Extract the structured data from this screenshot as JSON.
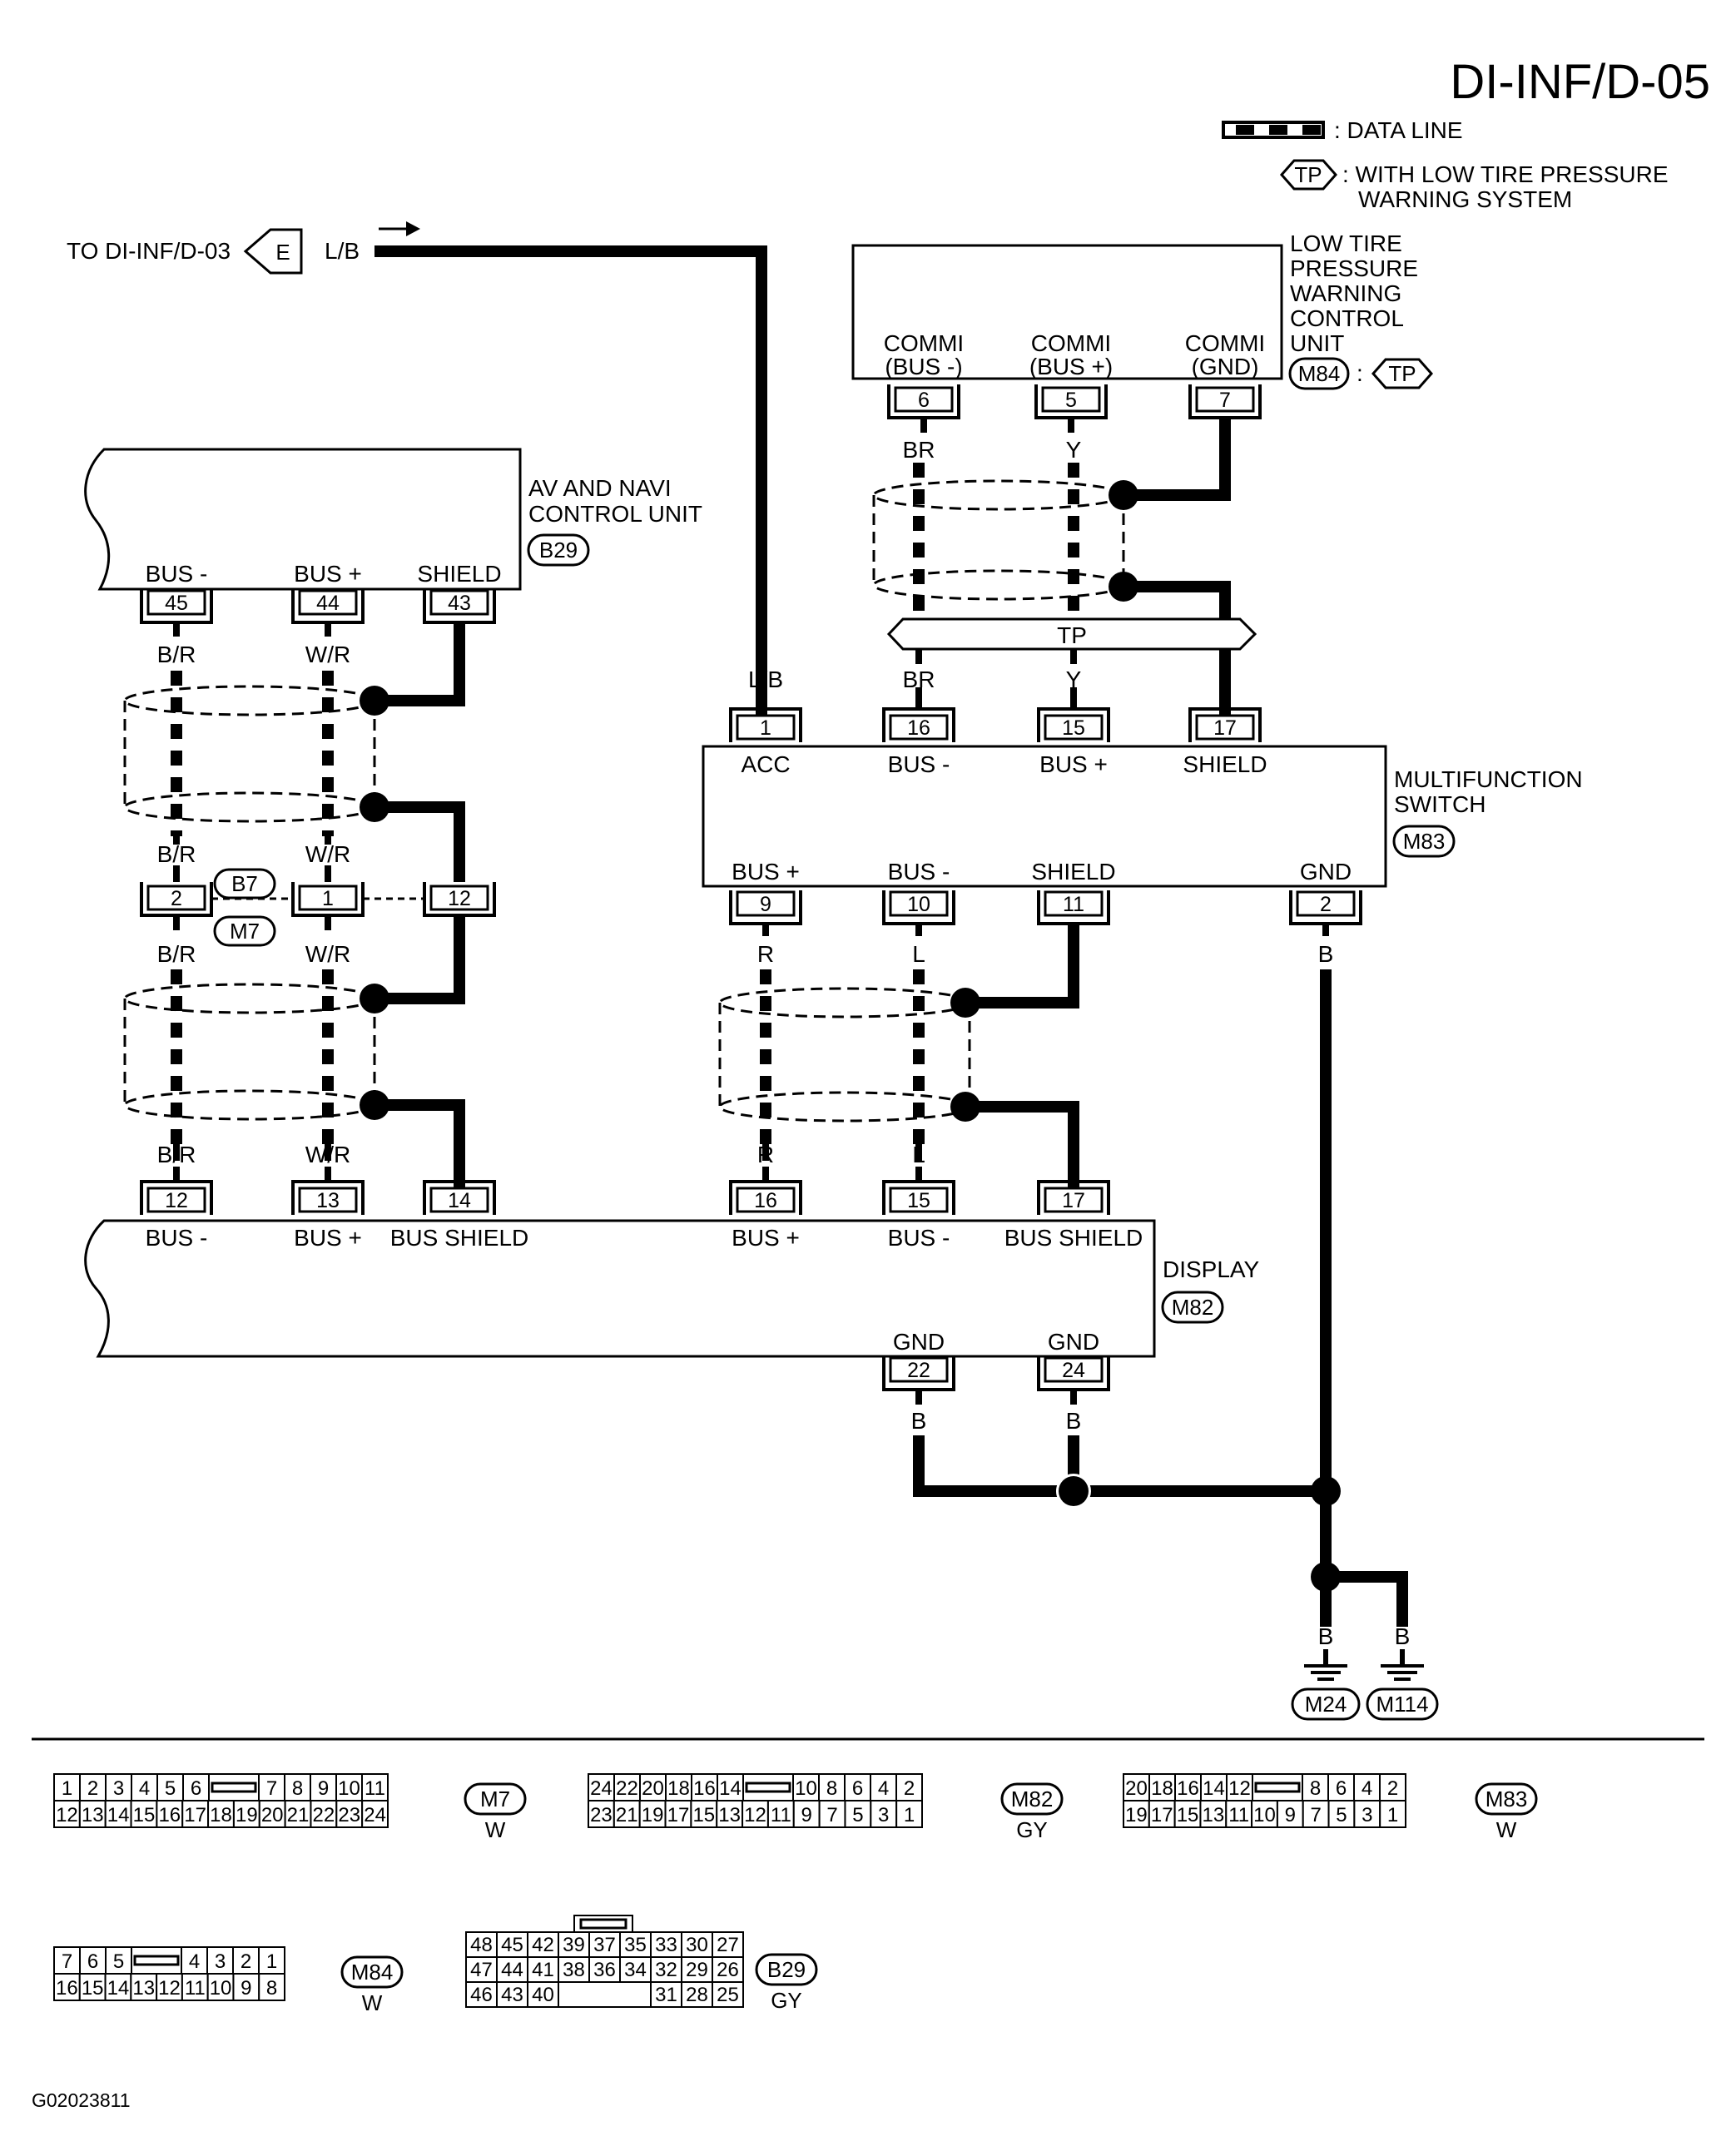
{
  "header": {
    "page_code": "DI-INF/D-05",
    "legend_data_line": ": DATA LINE",
    "legend_tp_tag": "TP",
    "legend_tp_line1": ": WITH LOW TIRE PRESSURE",
    "legend_tp_line2": "WARNING SYSTEM"
  },
  "offpage": {
    "to_text": "TO DI-INF/D-03",
    "connector": "E",
    "wire": "L/B"
  },
  "tpms_unit": {
    "name_lines": [
      "LOW TIRE",
      "PRESSURE",
      "WARNING",
      "CONTROL",
      "UNIT"
    ],
    "connector": "M84",
    "tag": "TP",
    "colon": ":",
    "terminals": [
      {
        "pin": "6",
        "name1": "COMMI",
        "name2": "(BUS -)",
        "wire": "BR"
      },
      {
        "pin": "5",
        "name1": "COMMI",
        "name2": "(BUS +)",
        "wire": "Y"
      },
      {
        "pin": "7",
        "name1": "COMMI",
        "name2": "(GND)",
        "wire": ""
      }
    ]
  },
  "tp_bar": "TP",
  "av_unit": {
    "name_lines": [
      "AV AND NAVI",
      "CONTROL UNIT"
    ],
    "connector": "B29",
    "terminals": [
      {
        "pin": "45",
        "label": "BUS -",
        "wire": "B/R"
      },
      {
        "pin": "44",
        "label": "BUS +",
        "wire": "W/R"
      },
      {
        "pin": "43",
        "label": "SHIELD",
        "wire": ""
      }
    ]
  },
  "joint": {
    "pins": [
      "2",
      "1",
      "12"
    ],
    "connectors": [
      "B7",
      "M7"
    ],
    "wires_above": [
      "B/R",
      "W/R"
    ],
    "wires_below": [
      "B/R",
      "W/R"
    ]
  },
  "mfs": {
    "name_lines": [
      "MULTIFUNCTION",
      "SWITCH"
    ],
    "connector": "M83",
    "top_terminals": [
      {
        "pin": "1",
        "label": "ACC",
        "wire": "L/B"
      },
      {
        "pin": "16",
        "label": "BUS -",
        "wire": "BR"
      },
      {
        "pin": "15",
        "label": "BUS +",
        "wire": "Y"
      },
      {
        "pin": "17",
        "label": "SHIELD",
        "wire": ""
      }
    ],
    "bottom_terminals": [
      {
        "pin": "9",
        "label": "BUS +",
        "wire": "R"
      },
      {
        "pin": "10",
        "label": "BUS -",
        "wire": "L"
      },
      {
        "pin": "11",
        "label": "SHIELD",
        "wire": ""
      },
      {
        "pin": "2",
        "label": "GND",
        "wire": "B"
      }
    ]
  },
  "display": {
    "name": "DISPLAY",
    "connector": "M82",
    "top_terminals": [
      {
        "pin": "12",
        "label": "BUS -",
        "wire": "B/R"
      },
      {
        "pin": "13",
        "label": "BUS +",
        "wire": "W/R"
      },
      {
        "pin": "14",
        "label": "BUS SHIELD",
        "wire": ""
      },
      {
        "pin": "16",
        "label": "BUS +",
        "wire": "R"
      },
      {
        "pin": "15",
        "label": "BUS -",
        "wire": "L"
      },
      {
        "pin": "17",
        "label": "BUS SHIELD",
        "wire": ""
      }
    ],
    "gnd_terminals": [
      {
        "pin": "22",
        "label": "GND",
        "wire": "B"
      },
      {
        "pin": "24",
        "label": "GND",
        "wire": "B"
      }
    ]
  },
  "grounds": [
    {
      "wire": "B",
      "connector": "M24"
    },
    {
      "wire": "B",
      "connector": "M114"
    }
  ],
  "connector_faces": [
    {
      "id": "M7",
      "color": "W",
      "top": [
        "1",
        "2",
        "3",
        "4",
        "5",
        "6",
        "",
        "7",
        "8",
        "9",
        "10",
        "11"
      ],
      "bottom": [
        "12",
        "13",
        "14",
        "15",
        "16",
        "17",
        "18",
        "19",
        "20",
        "21",
        "22",
        "23",
        "24"
      ]
    },
    {
      "id": "M82",
      "color": "GY",
      "top": [
        "24",
        "22",
        "20",
        "18",
        "16",
        "14",
        "",
        "10",
        "8",
        "6",
        "4",
        "2"
      ],
      "bottom": [
        "23",
        "21",
        "19",
        "17",
        "15",
        "13",
        "12",
        "11",
        "9",
        "7",
        "5",
        "3",
        "1"
      ]
    },
    {
      "id": "M83",
      "color": "W",
      "top": [
        "20",
        "18",
        "16",
        "14",
        "12",
        "",
        "8",
        "6",
        "4",
        "2"
      ],
      "bottom": [
        "19",
        "17",
        "15",
        "13",
        "11",
        "10",
        "9",
        "7",
        "5",
        "3",
        "1"
      ]
    },
    {
      "id": "M84",
      "color": "W",
      "top": [
        "7",
        "6",
        "5",
        "",
        "4",
        "3",
        "2",
        "1"
      ],
      "bottom": [
        "16",
        "15",
        "14",
        "13",
        "12",
        "11",
        "10",
        "9",
        "8"
      ]
    },
    {
      "id": "B29",
      "color": "GY",
      "row1": [
        "48",
        "45",
        "42",
        "39",
        "37",
        "35",
        "33",
        "30",
        "27"
      ],
      "row2": [
        "47",
        "44",
        "41",
        "38",
        "36",
        "34",
        "32",
        "29",
        "26"
      ],
      "row3": [
        "46",
        "43",
        "40",
        "",
        "",
        "",
        "31",
        "28",
        "25"
      ]
    }
  ],
  "footer_code": "G02023811"
}
